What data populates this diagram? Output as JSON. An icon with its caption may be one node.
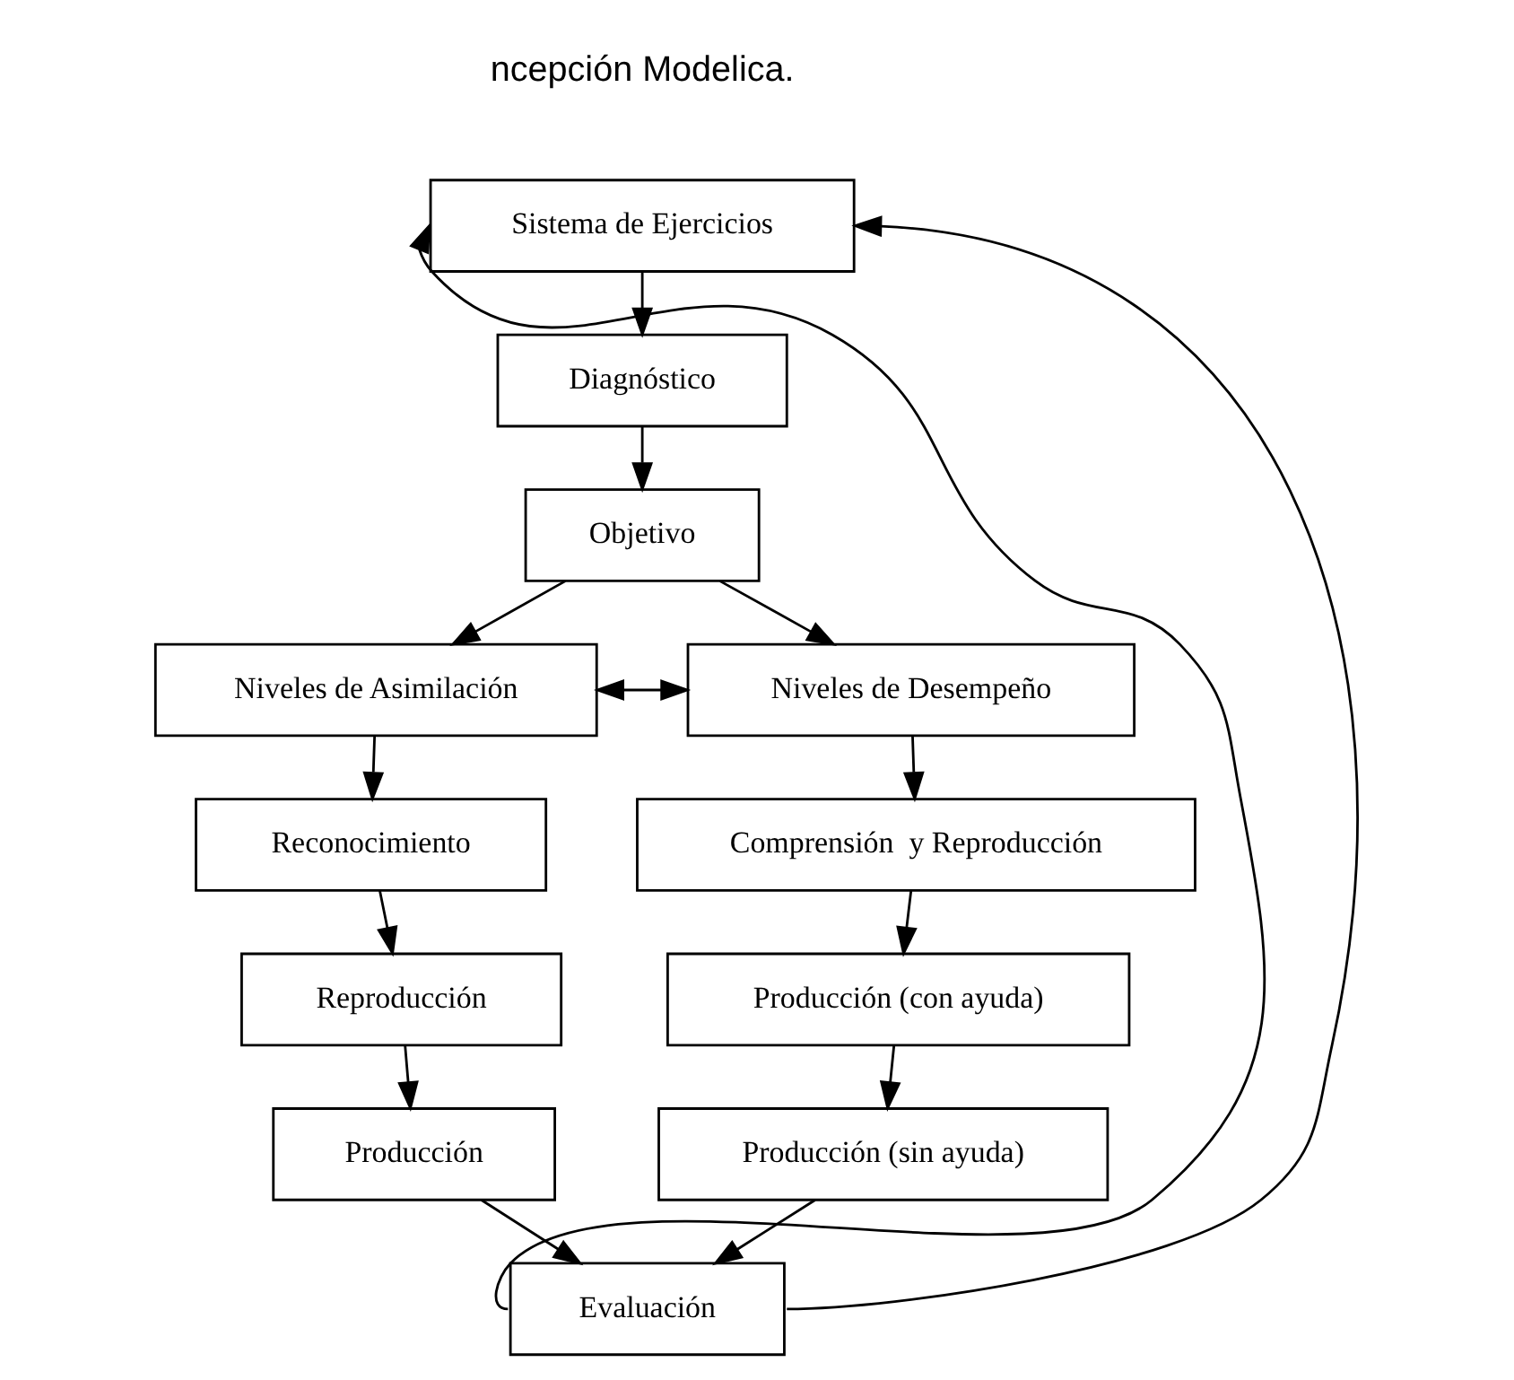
{
  "diagram": {
    "nodes": [
      {
        "text": [
          "Sistema de Ejercicios"
        ]
      },
      {
        "text": [
          "Diagnóstico"
        ]
      },
      {
        "text": [
          "Objetivo"
        ]
      },
      {
        "text": [
          "Niveles de Asimilación"
        ]
      },
      {
        "text": [
          "Niveles de Desempeño"
        ]
      },
      {
        "text": [
          "Reconocimiento"
        ]
      },
      {
        "text": [
          "Reproducción"
        ]
      },
      {
        "text": [
          "Producción"
        ]
      },
      {
        "text": [
          "Comprensión  y Reproducción"
        ]
      },
      {
        "text": [
          "Producción (con ayuda)"
        ]
      },
      {
        "text": [
          "Producción (sin ayuda)"
        ]
      },
      {
        "text": [
          "Evaluación"
        ]
      }
    ],
    "edges": [
      {
        "from": 0,
        "to": 1,
        "arrow": "to"
      },
      {
        "from": 1,
        "to": 2,
        "arrow": "to"
      },
      {
        "from": 2,
        "to": 3,
        "arrow": "to"
      },
      {
        "from": 2,
        "to": 4,
        "arrow": "to"
      },
      {
        "from": 3,
        "to": 4,
        "arrow": "both"
      },
      {
        "from": 3,
        "to": 5,
        "arrow": "to"
      },
      {
        "from": 5,
        "to": 6,
        "arrow": "to"
      },
      {
        "from": 6,
        "to": 7,
        "arrow": "to"
      },
      {
        "from": 4,
        "to": 8,
        "arrow": "to"
      },
      {
        "from": 8,
        "to": 9,
        "arrow": "to"
      },
      {
        "from": 9,
        "to": 10,
        "arrow": "to"
      },
      {
        "from": 7,
        "to": 11,
        "arrow": "to"
      },
      {
        "from": 10,
        "to": 11,
        "arrow": "to"
      },
      {
        "from": 11,
        "to": 0,
        "arrow": "to"
      },
      {
        "from": 11,
        "to": 0,
        "arrow": "to"
      }
    ],
    "labels": [
      "ncepción Modelica."
    ]
  }
}
